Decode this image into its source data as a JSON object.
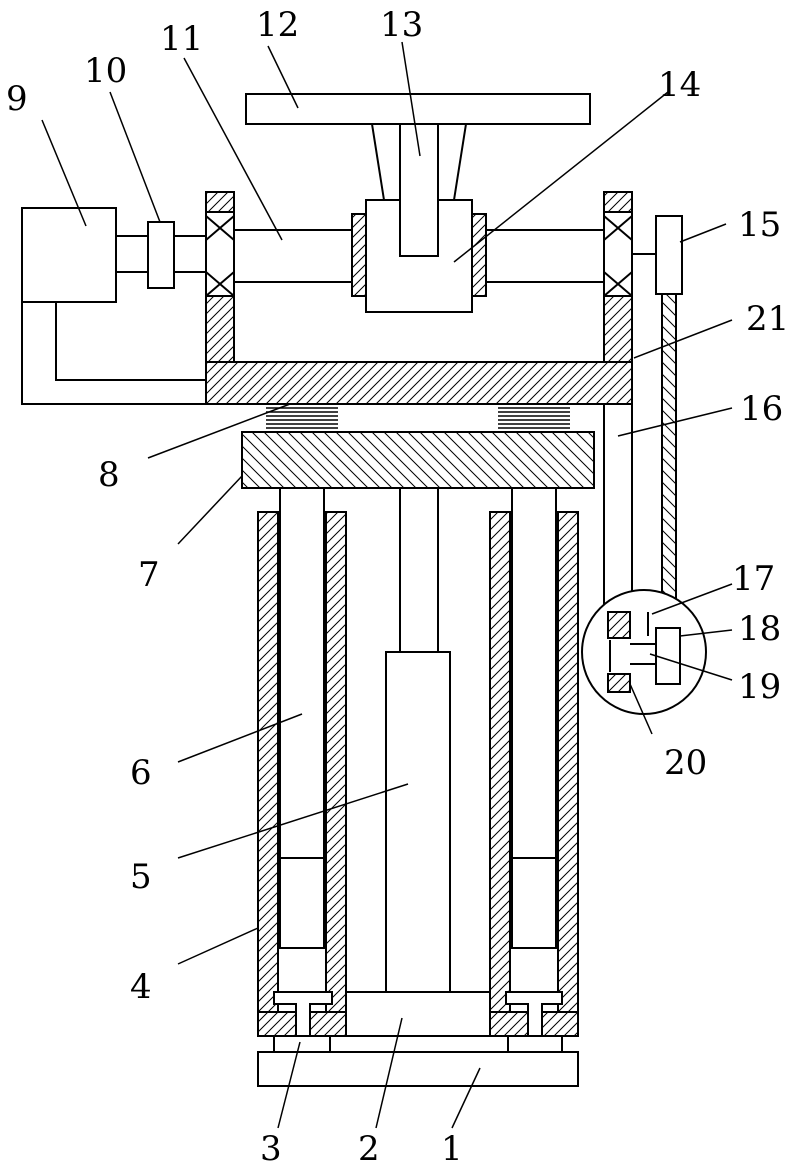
{
  "figure": {
    "labels": [
      "1",
      "2",
      "3",
      "4",
      "5",
      "6",
      "7",
      "8",
      "9",
      "10",
      "11",
      "12",
      "13",
      "14",
      "15",
      "16",
      "17",
      "18",
      "19",
      "20",
      "21"
    ]
  }
}
